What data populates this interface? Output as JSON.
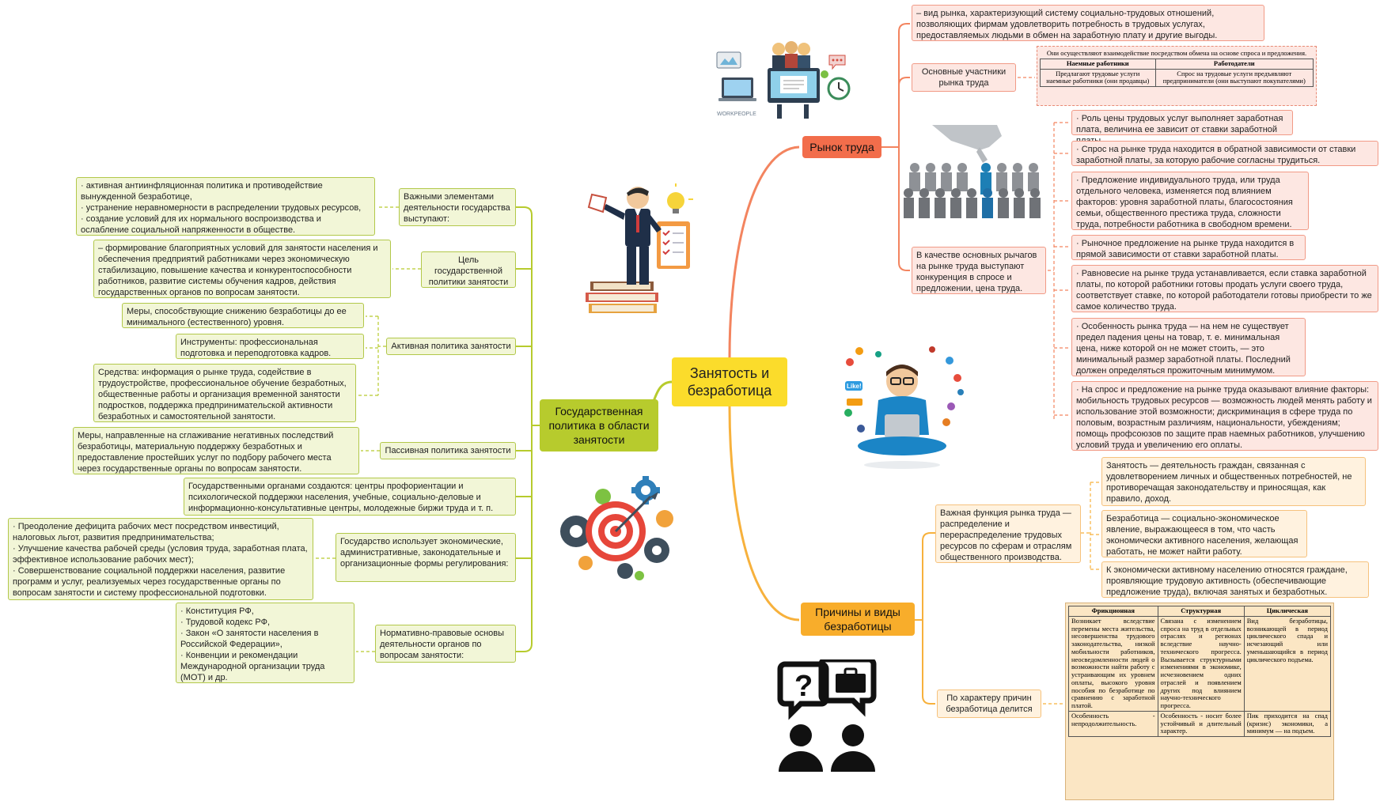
{
  "root": "Занятость и безработица",
  "branches": {
    "rynok": "Рынок труда",
    "gos": "Государственная политика в области занятости",
    "prich": "Причины и виды безработицы"
  },
  "rynok": {
    "definition": "– вид рынка, характеризующий систему социально-трудовых отношений, позволяющих фирмам удовлетворить потребность в трудовых услугах, предоставляемых людьми в обмен на заработную плату и другие выгоды.",
    "participants_label": "Основные участники рынка труда",
    "participants_table": {
      "caption": "Они осуществляют взаимодействие посредством обмена на основе спроса и предложения.",
      "col1_header": "Наемные работники",
      "col2_header": "Работодатели",
      "col1_text": "Предлагают трудовые услуги наемные работники (они продавцы)",
      "col2_text": "Спрос на трудовые услуги предъявляют предприниматели (они выступают покупателями)"
    },
    "levers_label": "В качестве основных рычагов на рынке труда выступают конкуренция в спросе и предложении, цена труда.",
    "facts": [
      "· Роль цены трудовых услуг выполняет заработная плата, величина ее зависит от ставки заработной платы.",
      "· Спрос на рынке труда находится в обратной зависимости от ставки заработной платы, за которую рабочие согласны трудиться.",
      "· Предложение индивидуального труда, или труда отдельного человека, изменяется под влиянием факторов: уровня заработной платы, благосостояния семьи, общественного престижа труда, сложности труда, потребности работника в свободном времени.",
      "· Рыночное предложение на рынке труда находится в прямой зависимости от ставки заработной платы.",
      "· Равновесие на рынке труда устанавливается, если ставка заработной платы, по которой работники готовы продать услуги своего труда, соответствует ставке, по которой работодатели готовы приобрести то же самое количество труда.",
      "· Особенность рынка труда — на нем не существует предел падения цены на товар, т. е. минимальная цена, ниже которой он не может стоить, — это минимальный размер заработной платы. Последний должен определяться прожиточным минимумом.",
      "· На спрос и предложение на рынке труда оказывают влияние факторы: мобильность трудовых ресурсов — возможность людей менять работу и использование этой возможности; дискриминация в сфере труда по половым, возрастным различиям, национальности, убеждениям; помощь профсоюзов по защите прав наемных работников, улучшению условий труда и увеличению его оплаты."
    ]
  },
  "gos": {
    "elements_label": "Важными элементами деятельности государства выступают:",
    "elements_detail": "· активная антиинфляционная политика и противодействие вынужденной безработице,\n· устранение неравномерности в распределении трудовых ресурсов,\n· создание условий для их нормального воспроизводства и ослабление социальной напряженности в обществе.",
    "goal_label": "Цель государственной политики занятости",
    "goal_detail": "– формирование благоприятных условий для занятости населения и обеспечения предприятий работниками через экономическую стабилизацию, повышение качества и конкурентоспособности работников, развитие системы обучения кадров, действия государственных органов по вопросам занятости.",
    "active_label": "Активная политика занятости",
    "active_details": [
      "Меры, способствующие снижению безработицы до ее минимального (естественного) уровня.",
      "Инструменты: профессиональная подготовка и переподготовка кадров.",
      "Средства: информация о рынке труда, содействие в трудоустройстве, профессиональное обучение безработных, общественные работы и организация временной занятости подростков, поддержка предпринимательской активности безработных и самостоятельной занятости."
    ],
    "passive_label": "Пассивная политика занятости",
    "passive_detail": "Меры, направленные на сглаживание негативных последствий безработицы, материальную поддержку безработных и предоставление простейших услуг по подбору рабочего места через государственные органы по вопросам занятости.",
    "organs": "Государственными органами создаются: центры профориентации и психологической поддержки населения, учебные, социально-деловые и информационно-консультативные центры, молодежные биржи труда и т. п.",
    "methods_label": "Государство использует экономические, административные, законодательные и организационные формы регулирования:",
    "methods_detail": "· Преодоление дефицита рабочих мест посредством инвестиций, налоговых льгот, развития предпринимательства;\n· Улучшение качества рабочей среды (условия труда, заработная плата, эффективное использование рабочих мест);\n· Совершенствование социальной поддержки населения, развитие программ и услуг, реализуемых через государственные органы по вопросам занятости и систему профессиональной подготовки.",
    "legal_label": "Нормативно-правовые основы деятельности органов по вопросам занятости:",
    "legal_detail": "· Конституция РФ,\n· Трудовой кодекс РФ,\n· Закон «О занятости населения в Российской Федерации»,\n· Конвенции и рекомендации Международной организации труда (МОТ) и др."
  },
  "prich": {
    "function_label": "Важная функция рынка труда — распределение и перераспределение трудовых ресурсов по сферам и отраслям общественного производства.",
    "definitions": [
      "Занятость — деятельность граждан, связанная с удовлетворением личных и общественных потребностей, не противоречащая законодательству и приносящая, как правило, доход.",
      "Безработица — социально-экономическое явление, выражающееся в том, что часть экономически активного населения, желающая работать, не может найти работу.",
      "К экономически активному населению относятся граждане, проявляющие трудовую активность (обеспечивающие предложение труда), включая занятых и безработных."
    ],
    "types_label": "По характеру причин безработица делится",
    "types_table": {
      "headers": [
        "Фрикционная",
        "Структурная",
        "Циклическая"
      ],
      "row1": [
        "Возникает вследствие перемены места жительства, несовершенства трудового законодательства, низкой мобильности работников, неосведомленности людей о возможности найти работу с устраивающим их уровнем оплаты, высокого уровня пособия по безработице по сравнению с заработной платой.",
        "Связана с изменением спроса на труд в отдельных отраслях и регионах вследствие научно-технического прогресса. Вызывается структурными изменениями в экономике, исчезновением одних отраслей и появлением других под влиянием научно-технического прогресса.",
        "Вид безработицы, возникающей в период циклического спада и исчезающий или уменьшающийся в период циклического подъема."
      ],
      "row2": [
        "Особенность - непродолжительность.",
        "Особенность - носит более устойчивый и длительный характер.",
        "Пик приходится на спад (кризис) экономики, а минимум — на подъем."
      ]
    }
  },
  "illustration_credit": "WORKPEOPLE",
  "colors": {
    "root": "#fbdc2b",
    "gos_branch": "#b7cb2d",
    "gos_line": "#b7cb2d",
    "rynok_branch": "#f26d4b",
    "rynok_line": "#f3845f",
    "prich_branch": "#f8ad2b",
    "prich_line": "#f7b13c"
  },
  "icons": [
    "businessman-with-checklist-icon",
    "workplace-collage-icon",
    "hand-picking-worker-icon",
    "social-media-user-icon",
    "target-gears-icon",
    "question-and-job-chat-icon"
  ]
}
